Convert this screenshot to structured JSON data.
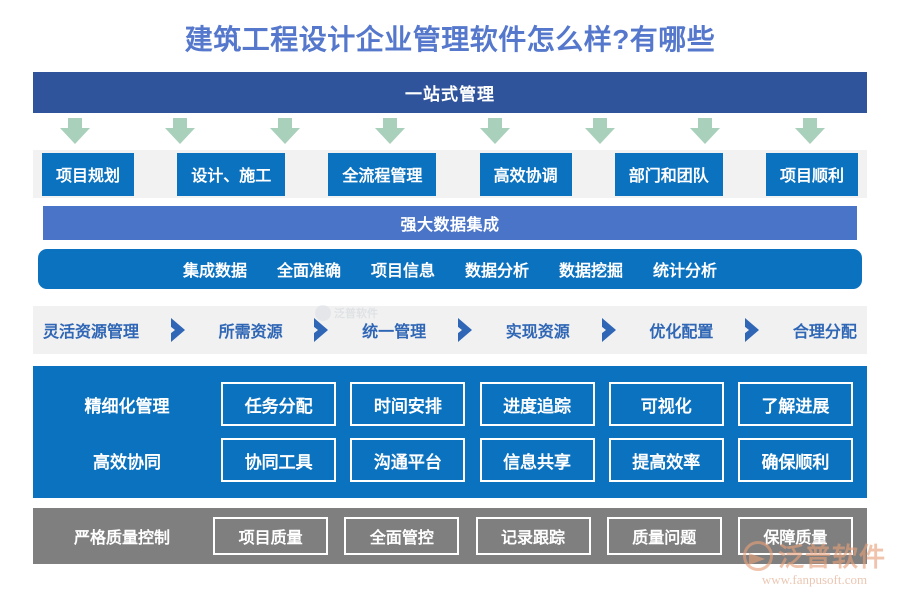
{
  "page": {
    "title": "建筑工程设计企业管理软件怎么样?有哪些",
    "title_color": "#5578cc",
    "background": "#ffffff"
  },
  "colors": {
    "banner_navy": "#2f549b",
    "banner_blue": "#4a74c8",
    "vivid_blue": "#0b72c0",
    "flow_text_blue": "#2f66b5",
    "arrow_green": "#a9d0bb",
    "gray_bar": "#7f7f7f",
    "strip_gray": "#f1f1f1",
    "white": "#ffffff"
  },
  "banner_top": {
    "label": "一站式管理"
  },
  "arrows": {
    "icon": "arrow-down-icon",
    "count": 8,
    "positions": [
      75,
      180,
      285,
      390,
      495,
      600,
      705,
      810
    ]
  },
  "box_row": {
    "items": [
      {
        "label": "项目规划"
      },
      {
        "label": "设计、施工"
      },
      {
        "label": "全流程管理"
      },
      {
        "label": "高效协调"
      },
      {
        "label": "部门和团队"
      },
      {
        "label": "项目顺利"
      }
    ]
  },
  "banner_sub": {
    "label": "强大数据集成"
  },
  "data_bar": {
    "tags": [
      {
        "label": "集成数据"
      },
      {
        "label": "全面准确"
      },
      {
        "label": "项目信息"
      },
      {
        "label": "数据分析"
      },
      {
        "label": "数据挖掘"
      },
      {
        "label": "统计分析"
      }
    ]
  },
  "flow": {
    "steps": [
      {
        "label": "灵活资源管理"
      },
      {
        "label": "所需资源"
      },
      {
        "label": "统一管理"
      },
      {
        "label": "实现资源"
      },
      {
        "label": "优化配置"
      },
      {
        "label": "合理分配"
      }
    ],
    "separator_icon": "chevron-right-icon"
  },
  "grid_panel": {
    "rows": [
      {
        "label": "精细化管理",
        "cells": [
          {
            "label": "任务分配"
          },
          {
            "label": "时间安排"
          },
          {
            "label": "进度追踪"
          },
          {
            "label": "可视化"
          },
          {
            "label": "了解进展"
          }
        ]
      },
      {
        "label": "高效协同",
        "cells": [
          {
            "label": "协同工具"
          },
          {
            "label": "沟通平台"
          },
          {
            "label": "信息共享"
          },
          {
            "label": "提高效率"
          },
          {
            "label": "确保顺利"
          }
        ]
      }
    ]
  },
  "quality_row": {
    "label": "严格质量控制",
    "cells": [
      {
        "label": "项目质量"
      },
      {
        "label": "全面管控"
      },
      {
        "label": "记录跟踪"
      },
      {
        "label": "质量问题"
      },
      {
        "label": "保障质量"
      }
    ]
  },
  "watermarks": {
    "center": {
      "label": "泛普软件"
    },
    "logo": {
      "name": "泛普软件",
      "url": "www.fanpusoft.com",
      "icon": "fanpu-swoosh-icon"
    }
  }
}
